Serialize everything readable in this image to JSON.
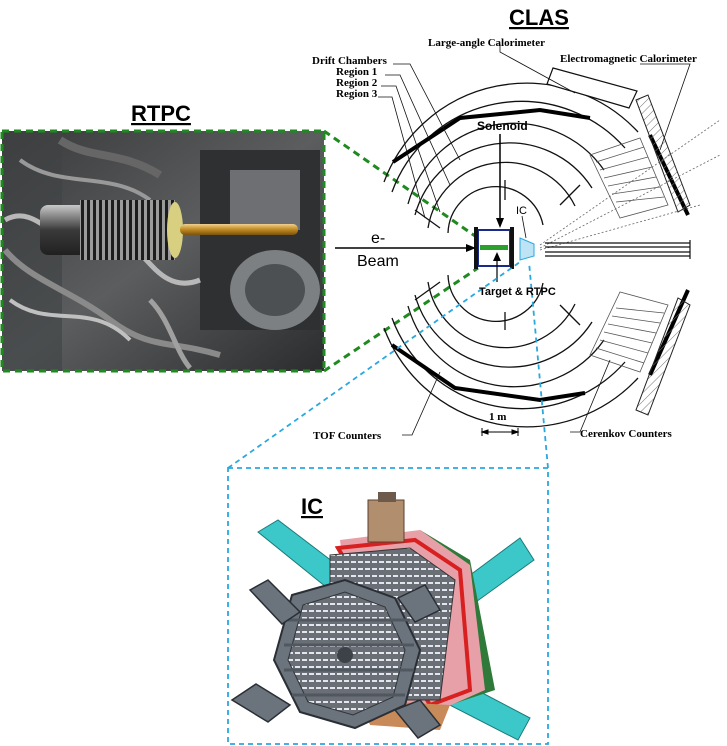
{
  "titles": {
    "clas": "CLAS",
    "rtpc": "RTPC",
    "ic": "IC"
  },
  "labels": {
    "large_angle_calorimeter": "Large-angle Calorimeter",
    "electromagnetic_calorimeter": "Electromagnetic Calorimeter",
    "drift_chambers": "Drift Chambers",
    "region1": "Region 1",
    "region2": "Region 2",
    "region3": "Region 3",
    "solenoid": "Solenoid",
    "ic_small": "IC",
    "beam_line1": "e-",
    "beam_line2": "Beam",
    "target_rtpc": "Target & RTPC",
    "scale": "1 m",
    "tof": "TOF Counters",
    "cerenkov": "Cerenkov Counters"
  },
  "colors": {
    "rtpc_link": "#1f8a1f",
    "ic_link": "#29a8e0",
    "solenoid_box": "#1a2a8a",
    "target_green": "#2ca02c",
    "ic_cyan": "#3cc8c8",
    "ic_body": "#5a6470",
    "ic_pink": "#e8a0a8",
    "ic_red": "#d82020"
  }
}
